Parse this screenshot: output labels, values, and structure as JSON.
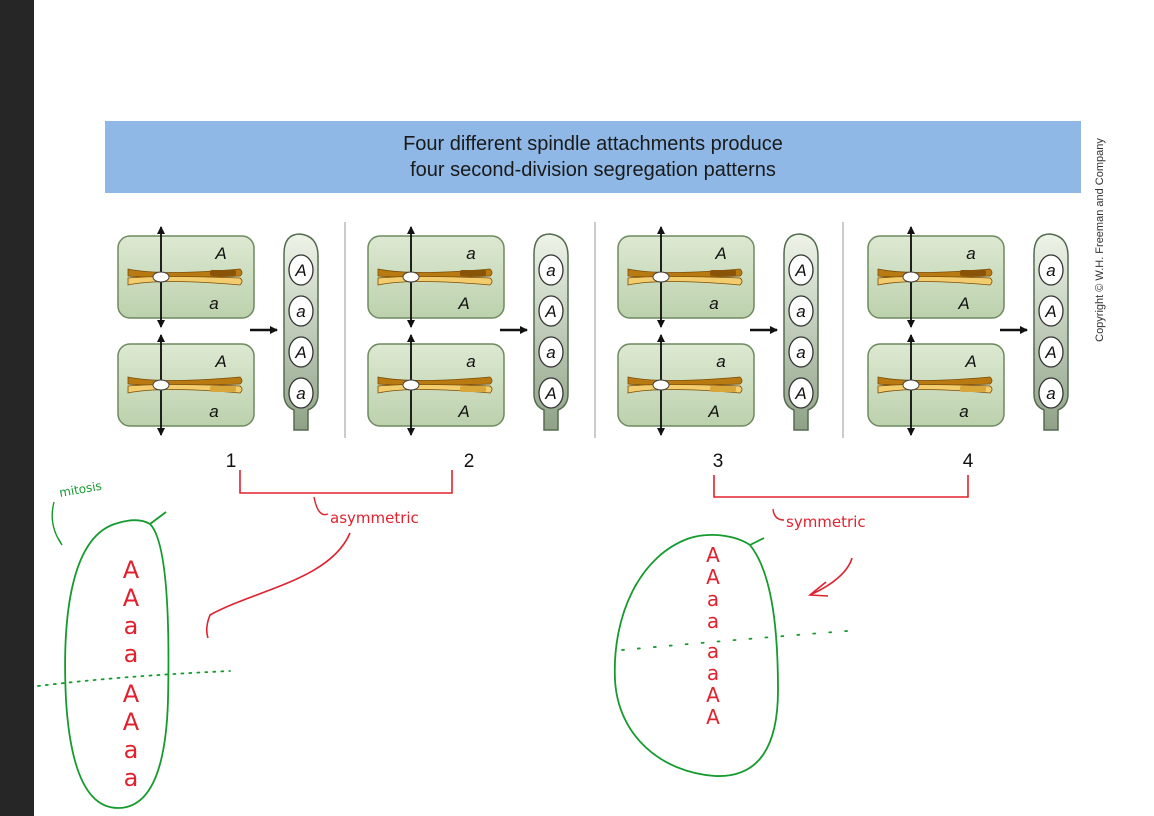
{
  "title": {
    "line1": "Four different spindle attachments produce",
    "line2": "four second-division segregation patterns"
  },
  "copyright": "Copyright © W.H. Freeman and Company",
  "colors": {
    "banner": "#8fb8e6",
    "cell_fill": "#cfe0c2",
    "chromatid_dark": "#b97a12",
    "chromatid_light": "#f3cc6e",
    "annotation_red": "#e0222e",
    "annotation_green": "#159a2e"
  },
  "patterns": [
    {
      "number": "1",
      "top_cell": {
        "upper": "A",
        "lower": "a"
      },
      "bottom_cell": {
        "upper": "A",
        "lower": "a"
      },
      "ascus": [
        "A",
        "a",
        "A",
        "a"
      ]
    },
    {
      "number": "2",
      "top_cell": {
        "upper": "a",
        "lower": "A"
      },
      "bottom_cell": {
        "upper": "a",
        "lower": "A"
      },
      "ascus": [
        "a",
        "A",
        "a",
        "A"
      ]
    },
    {
      "number": "3",
      "top_cell": {
        "upper": "A",
        "lower": "a"
      },
      "bottom_cell": {
        "upper": "a",
        "lower": "A"
      },
      "ascus": [
        "A",
        "a",
        "a",
        "A"
      ]
    },
    {
      "number": "4",
      "top_cell": {
        "upper": "a",
        "lower": "A"
      },
      "bottom_cell": {
        "upper": "A",
        "lower": "a"
      },
      "ascus": [
        "a",
        "A",
        "A",
        "a"
      ]
    }
  ],
  "annotations": {
    "asymmetric_label": "asymmetric",
    "symmetric_label": "symmetric",
    "mitosis_label": "mitosis",
    "left_ascus_letters": [
      "A",
      "A",
      "a",
      "a",
      "A",
      "A",
      "a",
      "a"
    ],
    "right_ascus_letters": [
      "A",
      "A",
      "a",
      "a",
      "a",
      "a",
      "A",
      "A"
    ]
  }
}
